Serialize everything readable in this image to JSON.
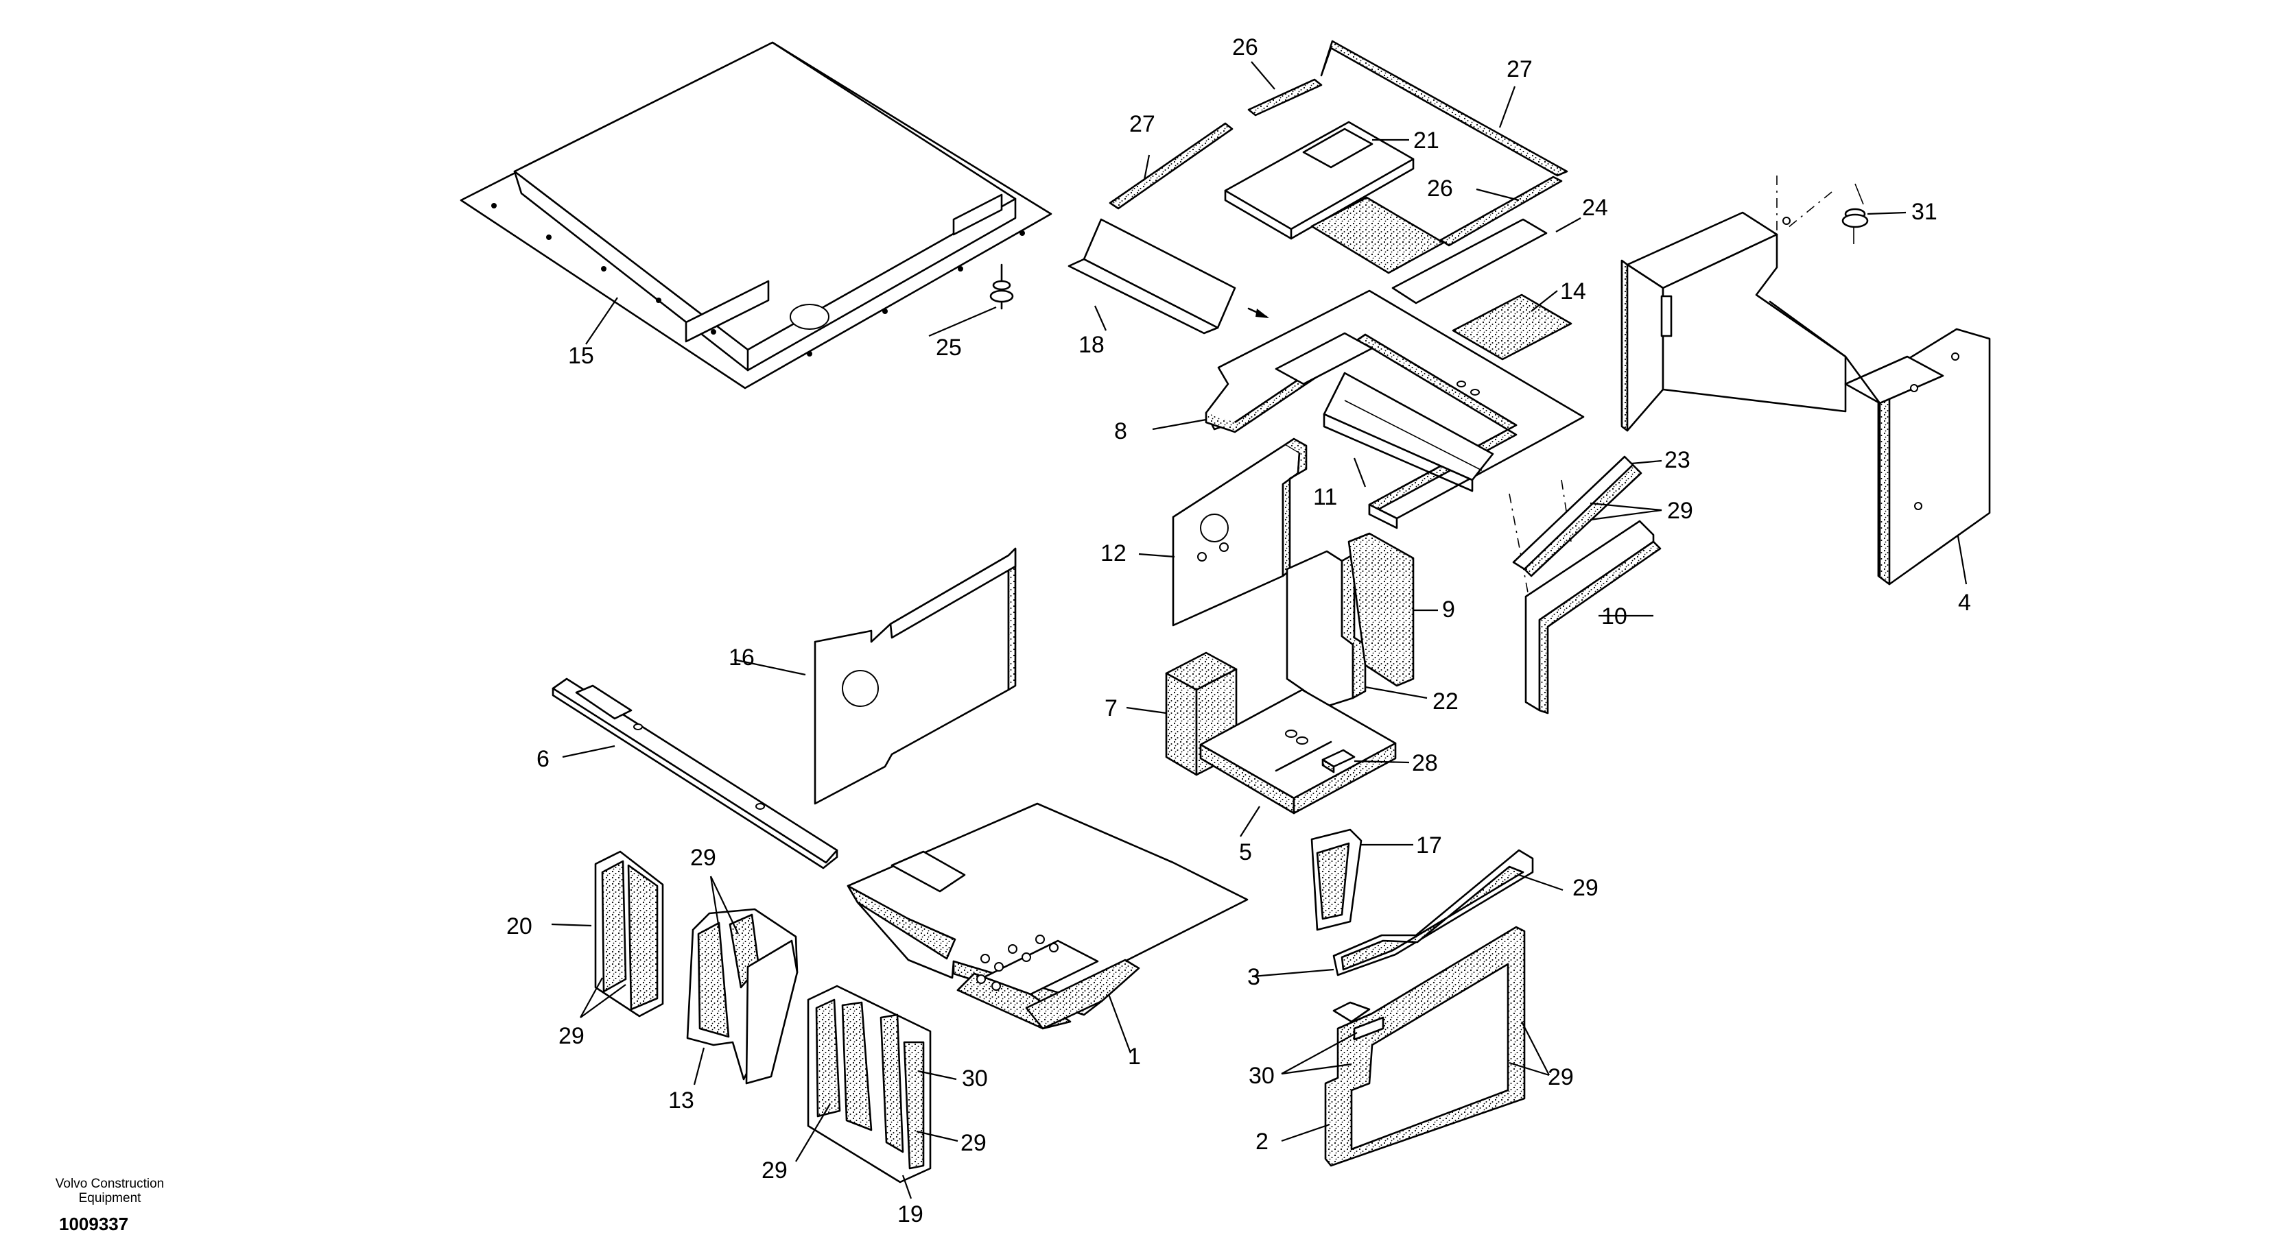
{
  "footer": {
    "maker_line1": "Volvo Construction",
    "maker_line2": "Equipment",
    "drawing_number": "1009337"
  },
  "callouts": {
    "c1": "1",
    "c2": "2",
    "c3": "3",
    "c4": "4",
    "c5": "5",
    "c6": "6",
    "c7": "7",
    "c8": "8",
    "c9": "9",
    "c10": "10",
    "c11": "11",
    "c12": "12",
    "c13": "13",
    "c14": "14",
    "c15": "15",
    "c16": "16",
    "c17": "17",
    "c18": "18",
    "c19": "19",
    "c20": "20",
    "c21": "21",
    "c22": "22",
    "c23": "23",
    "c24": "24",
    "c25": "25",
    "c26a": "26",
    "c26b": "26",
    "c27a": "27",
    "c27b": "27",
    "c28": "28",
    "c29a": "29",
    "c29b": "29",
    "c29c": "29",
    "c29d": "29",
    "c29e": "29",
    "c29f": "29",
    "c29g": "29",
    "c30a": "30",
    "c30b": "30",
    "c31": "31"
  }
}
